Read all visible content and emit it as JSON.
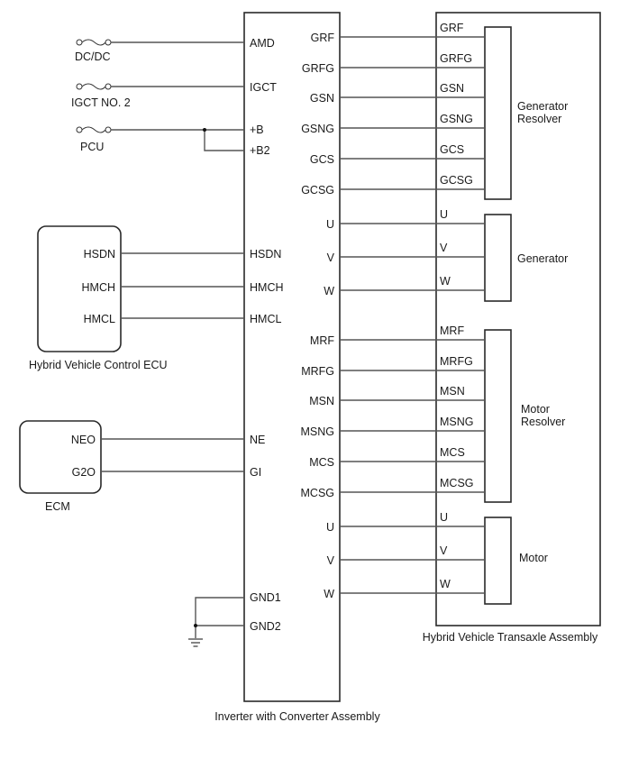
{
  "diagram": {
    "inverter": {
      "caption": "Inverter with Converter Assembly",
      "left_terminals": [
        "AMD",
        "IGCT",
        "+B",
        "+B2",
        "HSDN",
        "HMCH",
        "HMCL",
        "NE",
        "GI",
        "GND1",
        "GND2"
      ],
      "right_terminals": [
        "GRF",
        "GRFG",
        "GSN",
        "GSNG",
        "GCS",
        "GCSG",
        "U",
        "V",
        "W",
        "MRF",
        "MRFG",
        "MSN",
        "MSNG",
        "MCS",
        "MCSG",
        "U",
        "V",
        "W"
      ]
    },
    "fuses": [
      {
        "label": "DC/DC",
        "terminal": "AMD"
      },
      {
        "label": "IGCT NO. 2",
        "terminal": "IGCT"
      },
      {
        "label": "PCU",
        "terminal": "+B"
      }
    ],
    "hv_ecu": {
      "caption": "Hybrid Vehicle Control ECU",
      "terminals": [
        "HSDN",
        "HMCH",
        "HMCL"
      ]
    },
    "ecm": {
      "caption": "ECM",
      "terminals": [
        "NEO",
        "G2O"
      ]
    },
    "transaxle": {
      "caption": "Hybrid Vehicle Transaxle Assembly",
      "components": [
        {
          "name": "Generator Resolver",
          "line1": "Generator",
          "line2": "Resolver",
          "terminals": [
            "GRF",
            "GRFG",
            "GSN",
            "GSNG",
            "GCS",
            "GCSG"
          ]
        },
        {
          "name": "Generator",
          "line1": "Generator",
          "line2": "",
          "terminals": [
            "U",
            "V",
            "W"
          ]
        },
        {
          "name": "Motor Resolver",
          "line1": "Motor",
          "line2": "Resolver",
          "terminals": [
            "MRF",
            "MRFG",
            "MSN",
            "MSNG",
            "MCS",
            "MCSG"
          ]
        },
        {
          "name": "Motor",
          "line1": "Motor",
          "line2": "",
          "terminals": [
            "U",
            "V",
            "W"
          ]
        }
      ]
    },
    "ground": {
      "symbol": "ground-icon"
    }
  }
}
